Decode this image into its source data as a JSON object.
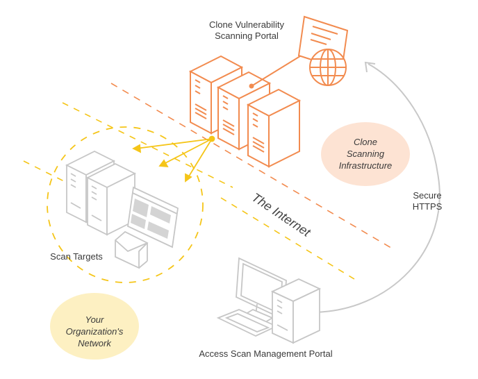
{
  "labels": {
    "portal_line1": "Clone Vulnerability",
    "portal_line2": "Scanning Portal",
    "scan_targets": "Scan Targets",
    "secure_line1": "Secure",
    "secure_line2": "HTTPS",
    "management_portal": "Access Scan Management Portal",
    "internet": "The Internet"
  },
  "blobs": {
    "infra": {
      "line1": "Clone",
      "line2": "Scanning",
      "line3": "Infrastructure",
      "color": "#fde3d3"
    },
    "network": {
      "line1": "Your",
      "line2": "Organization's",
      "line3": "Network",
      "color": "#fdf0c2"
    }
  },
  "colors": {
    "orange": "#f28b4f",
    "yellow": "#f5c518",
    "gray": "#b7b7b7",
    "text": "#3a3a3a"
  }
}
